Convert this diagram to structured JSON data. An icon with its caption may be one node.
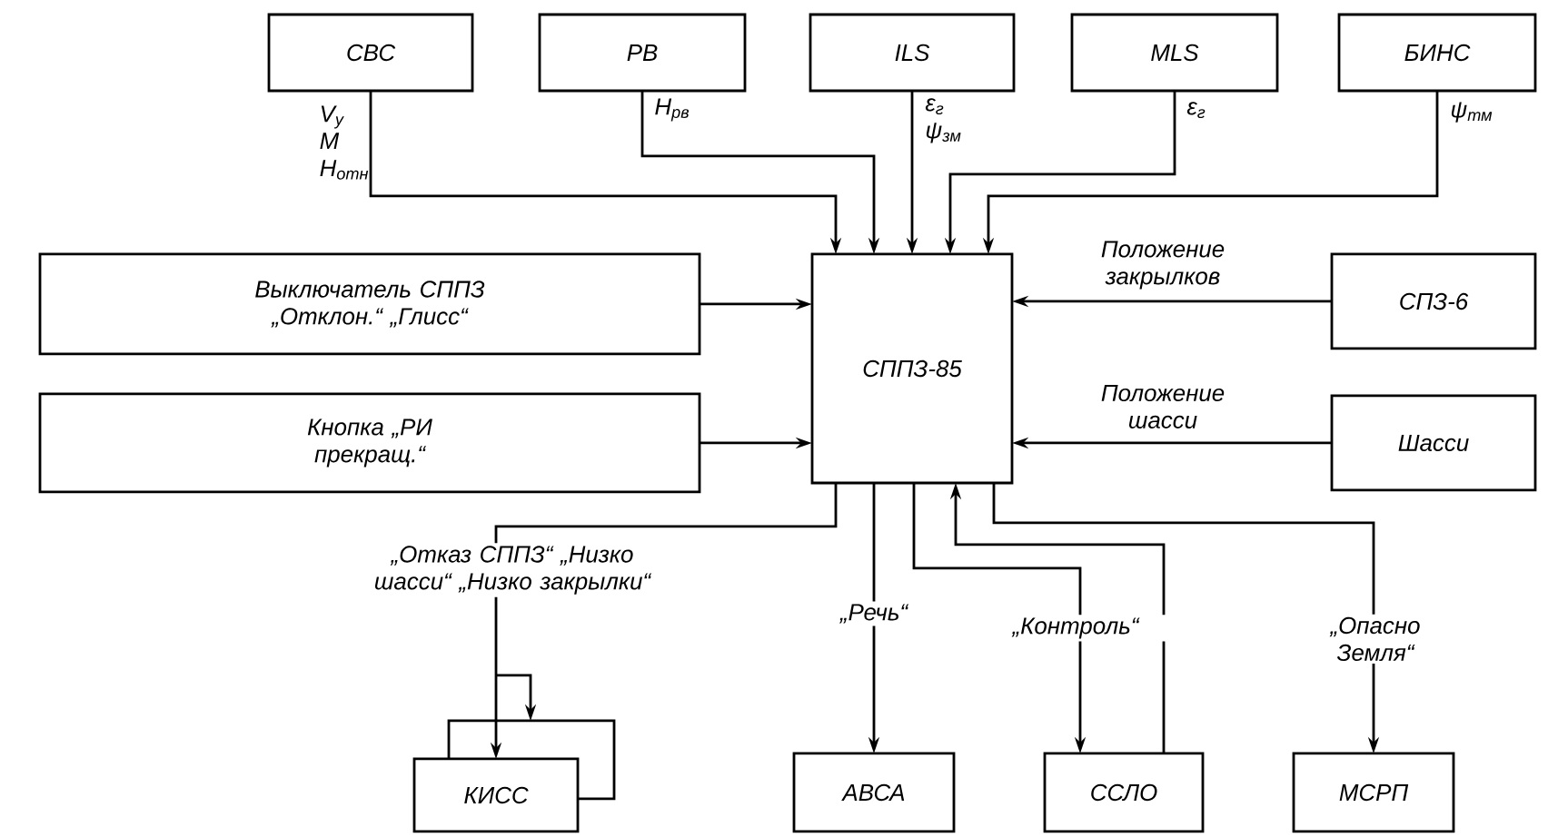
{
  "diagram": {
    "nodes": [
      {
        "text": [
          "СВС"
        ]
      },
      {
        "text": [
          "РВ"
        ]
      },
      {
        "text": [
          "ILS"
        ]
      },
      {
        "text": [
          "MLS"
        ]
      },
      {
        "text": [
          "БИНС"
        ]
      },
      {
        "text": [
          "Выключатель СППЗ „Отклон.“ „Глисс“"
        ]
      },
      {
        "text": [
          "СППЗ-85"
        ]
      },
      {
        "text": [
          "СПЗ-6"
        ]
      },
      {
        "text": [
          "Кнопка „РИ прекращ.“"
        ]
      },
      {
        "text": [
          "Шасси"
        ]
      },
      {
        "text": [
          "КИСС"
        ]
      },
      {
        "text": [
          "АВСА"
        ]
      },
      {
        "text": [
          "ССЛО"
        ]
      },
      {
        "text": [
          "МСРП"
        ]
      }
    ],
    "edges": [
      {
        "from": 0,
        "to": 6,
        "arrow": "to",
        "label": "V$_{y}$ M H$_{отн}$"
      },
      {
        "from": 1,
        "to": 6,
        "arrow": "to",
        "label": "H$_{рв}$"
      },
      {
        "from": 2,
        "to": 6,
        "arrow": "to",
        "label": "ε$_{г}$ ψ$_{зм}$"
      },
      {
        "from": 3,
        "to": 6,
        "arrow": "to",
        "label": "ε$_{г}$"
      },
      {
        "from": 4,
        "to": 6,
        "arrow": "to",
        "label": "ψ$_{тм}$"
      },
      {
        "from": 5,
        "to": 6,
        "arrow": "to"
      },
      {
        "from": 8,
        "to": 6,
        "arrow": "to"
      },
      {
        "from": 7,
        "to": 6,
        "arrow": "to",
        "label": "Положение закрылков"
      },
      {
        "from": 9,
        "to": 6,
        "arrow": "to",
        "label": "Положение шасси"
      },
      {
        "from": 6,
        "to": 10,
        "arrow": "to",
        "label": "„Отказ СППЗ“ „Низко шасси“ „Низко закрылки“"
      },
      {
        "from": 6,
        "to": 11,
        "arrow": "to",
        "label": "„Речь“"
      },
      {
        "from": 6,
        "to": 12,
        "arrow": "to",
        "label": "„Контроль“"
      },
      {
        "from": 12,
        "to": 6,
        "arrow": "to"
      },
      {
        "from": 6,
        "to": 13,
        "arrow": "to",
        "label": "„Опасно Земля“"
      }
    ]
  }
}
